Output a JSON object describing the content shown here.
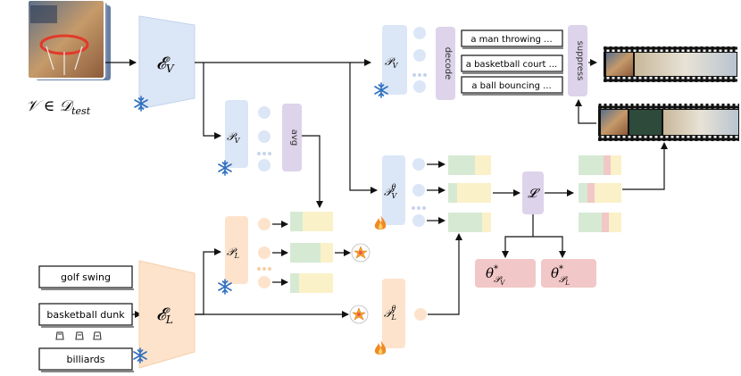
{
  "video_encoder": {
    "label": "𝓔_V",
    "symbol": "𝓔",
    "sub": "V"
  },
  "text_encoder": {
    "label": "𝓔_L",
    "symbol": "𝓔",
    "sub": "L"
  },
  "input_video": {
    "symbol": "𝒱 ∈ 𝒟",
    "sub": "test"
  },
  "proj_top": {
    "symbol": "𝒫",
    "sub": "V"
  },
  "proj_mid": {
    "symbol": "𝒫",
    "sub": "V"
  },
  "proj_trainable_v": {
    "symbol": "𝒫",
    "sub": "V",
    "sup": "θ"
  },
  "proj_l": {
    "symbol": "𝒫",
    "sub": "L"
  },
  "proj_trainable_l": {
    "symbol": "𝒫",
    "sub": "L",
    "sup": "θ"
  },
  "decode_label": "decode",
  "avg_label": "avg",
  "suppress_label": "suppress",
  "captions": [
    "a man throwing ...",
    "a basketball court ...",
    "a ball bouncing ..."
  ],
  "class_prompts": [
    "golf swing",
    "basketball dunk",
    "billiards"
  ],
  "loss": {
    "symbol": "𝓛"
  },
  "theta_v": {
    "symbol": "θ",
    "sup": "*",
    "sub": "𝒫",
    "subsub": "V"
  },
  "theta_l": {
    "symbol": "θ",
    "sup": "*",
    "sub": "𝒫",
    "subsub": "L"
  },
  "icons": {
    "frozen": "snowflake-icon",
    "trainable": "flame-icon",
    "match": "sparkle-burst-icon",
    "small": "bin-icons"
  },
  "colors": {
    "blue": "#dbe6f6",
    "purple": "#ddd3ea",
    "orange": "#fde3cc",
    "green": "#d6ead3",
    "yellow": "#fbf1c8",
    "red": "#f2c7c7",
    "snow": "#2f6fbf",
    "fire": "#f08a24"
  }
}
